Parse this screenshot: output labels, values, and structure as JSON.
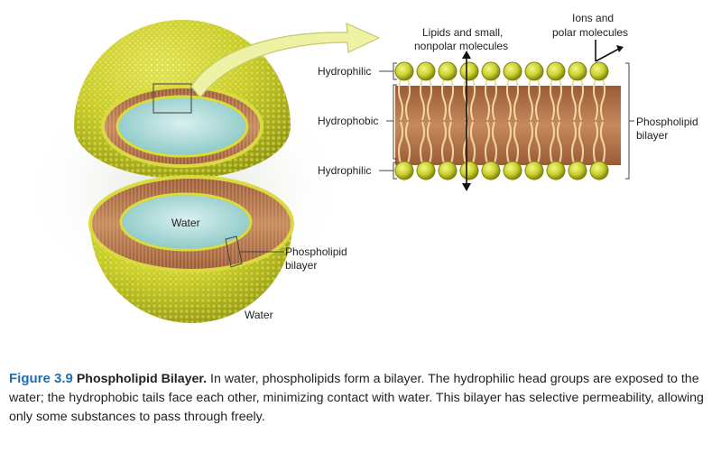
{
  "labels": {
    "water_inside": "Water",
    "water_outside": "Water",
    "sphere_bilayer": [
      "Phospholipid",
      "bilayer"
    ],
    "hydrophilic_top": "Hydrophilic",
    "hydrophobic": "Hydrophobic",
    "hydrophilic_bottom": "Hydrophilic",
    "lipids_small": [
      "Lipids and small,",
      "nonpolar molecules"
    ],
    "ions_polar": [
      "Ions and",
      "polar molecules"
    ],
    "bilayer_right": [
      "Phospholipid",
      "bilayer"
    ]
  },
  "caption": {
    "figure_number": "Figure 3.9",
    "title": "Phospholipid Bilayer.",
    "text": "In water, phospholipids form a bilayer. The hydrophilic head groups are exposed to the water; the hydrophobic tails face each other, minimizing contact with water. This bilayer has selective permeability, allowing only some substances to pass through freely."
  },
  "colors": {
    "head": "#c9cf2a",
    "head_dark": "#8a9012",
    "tail": "#b8754a",
    "band": "#a86a43",
    "water": "#a8d8d6",
    "caption_accent": "#1f6fb0"
  }
}
